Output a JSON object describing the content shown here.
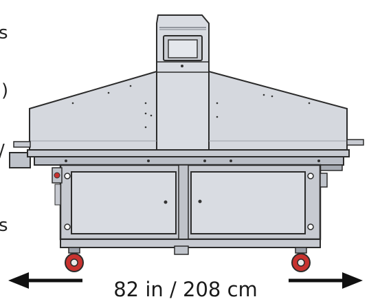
{
  "figure": {
    "subject": "Industrial machine front elevation with touchscreen control panel",
    "dimension_label": "82 in / 208 cm",
    "edge_glyphs": [
      "s",
      ")",
      "/",
      "s"
    ]
  },
  "colors": {
    "panel": "#d9dce2",
    "panel_dark": "#b9bdc5",
    "outline": "#2b2b2b",
    "frame": "#c7cad1",
    "wheel": "#c8322f",
    "screen": "#e4e7ec",
    "arrow": "#111111"
  }
}
